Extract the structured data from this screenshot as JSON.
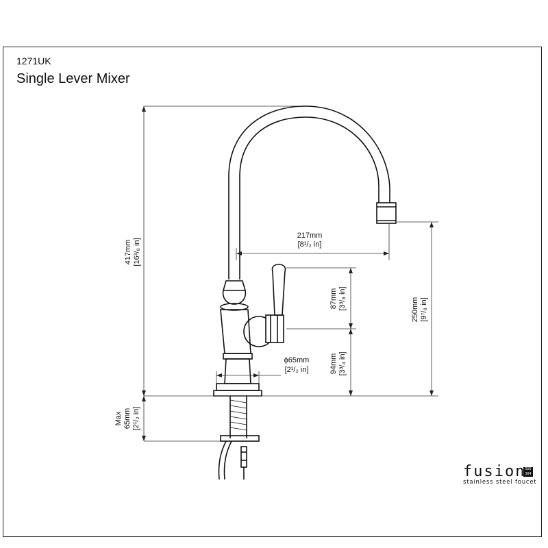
{
  "header": {
    "model": "1271UK",
    "product_name": "Single Lever Mixer"
  },
  "dimensions": {
    "height_total": {
      "mm": "417mm",
      "in": "[16³/₈ in]"
    },
    "reach": {
      "mm": "217mm",
      "in": "[8¹/₂ in]"
    },
    "spout_height": {
      "mm": "250mm",
      "in": "[9⁷/₈ in]"
    },
    "lever_height": {
      "mm": "87mm",
      "in": "[3³/₈ in]"
    },
    "handle_height": {
      "mm": "94mm",
      "in": "[3³/₄ in]"
    },
    "base_diameter": {
      "mm": "ϕ65mm",
      "in": "[2¹/₂ in]"
    },
    "max_thickness": {
      "label": "Max",
      "mm": "65mm",
      "in": "[2¹/₂ in]"
    }
  },
  "logo": {
    "word": "fusion",
    "tagline": "stainless steel foucet",
    "badge": "SUS 304"
  }
}
